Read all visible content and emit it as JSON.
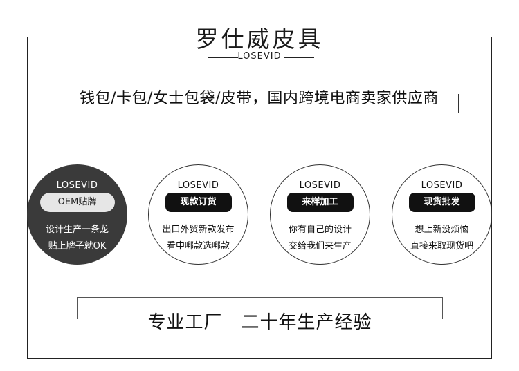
{
  "header": {
    "title": "罗仕威皮具",
    "subtitle": "LOSEVID"
  },
  "tagline": "钱包/卡包/女士包袋/皮带，国内跨境电商卖家供应商",
  "services": [
    {
      "brand": "LOSEVID",
      "label": "OEM贴牌",
      "line1": "设计生产一条龙",
      "line2": "贴上牌子就OK"
    },
    {
      "brand": "LOSEVID",
      "label": "现款订货",
      "line1": "出口外贸新款发布",
      "line2": "看中哪款选哪款"
    },
    {
      "brand": "LOSEVID",
      "label": "来样加工",
      "line1": "你有自己的设计",
      "line2": "交给我们来生产"
    },
    {
      "brand": "LOSEVID",
      "label": "现货批发",
      "line1": "想上新没烦恼",
      "line2": "直接来取现货吧"
    }
  ],
  "footer": {
    "slogan": "专业工厂　二十年生产经验"
  },
  "colors": {
    "dark_circle": "#3a3a3a",
    "pill": "#111111",
    "border": "#222222"
  }
}
